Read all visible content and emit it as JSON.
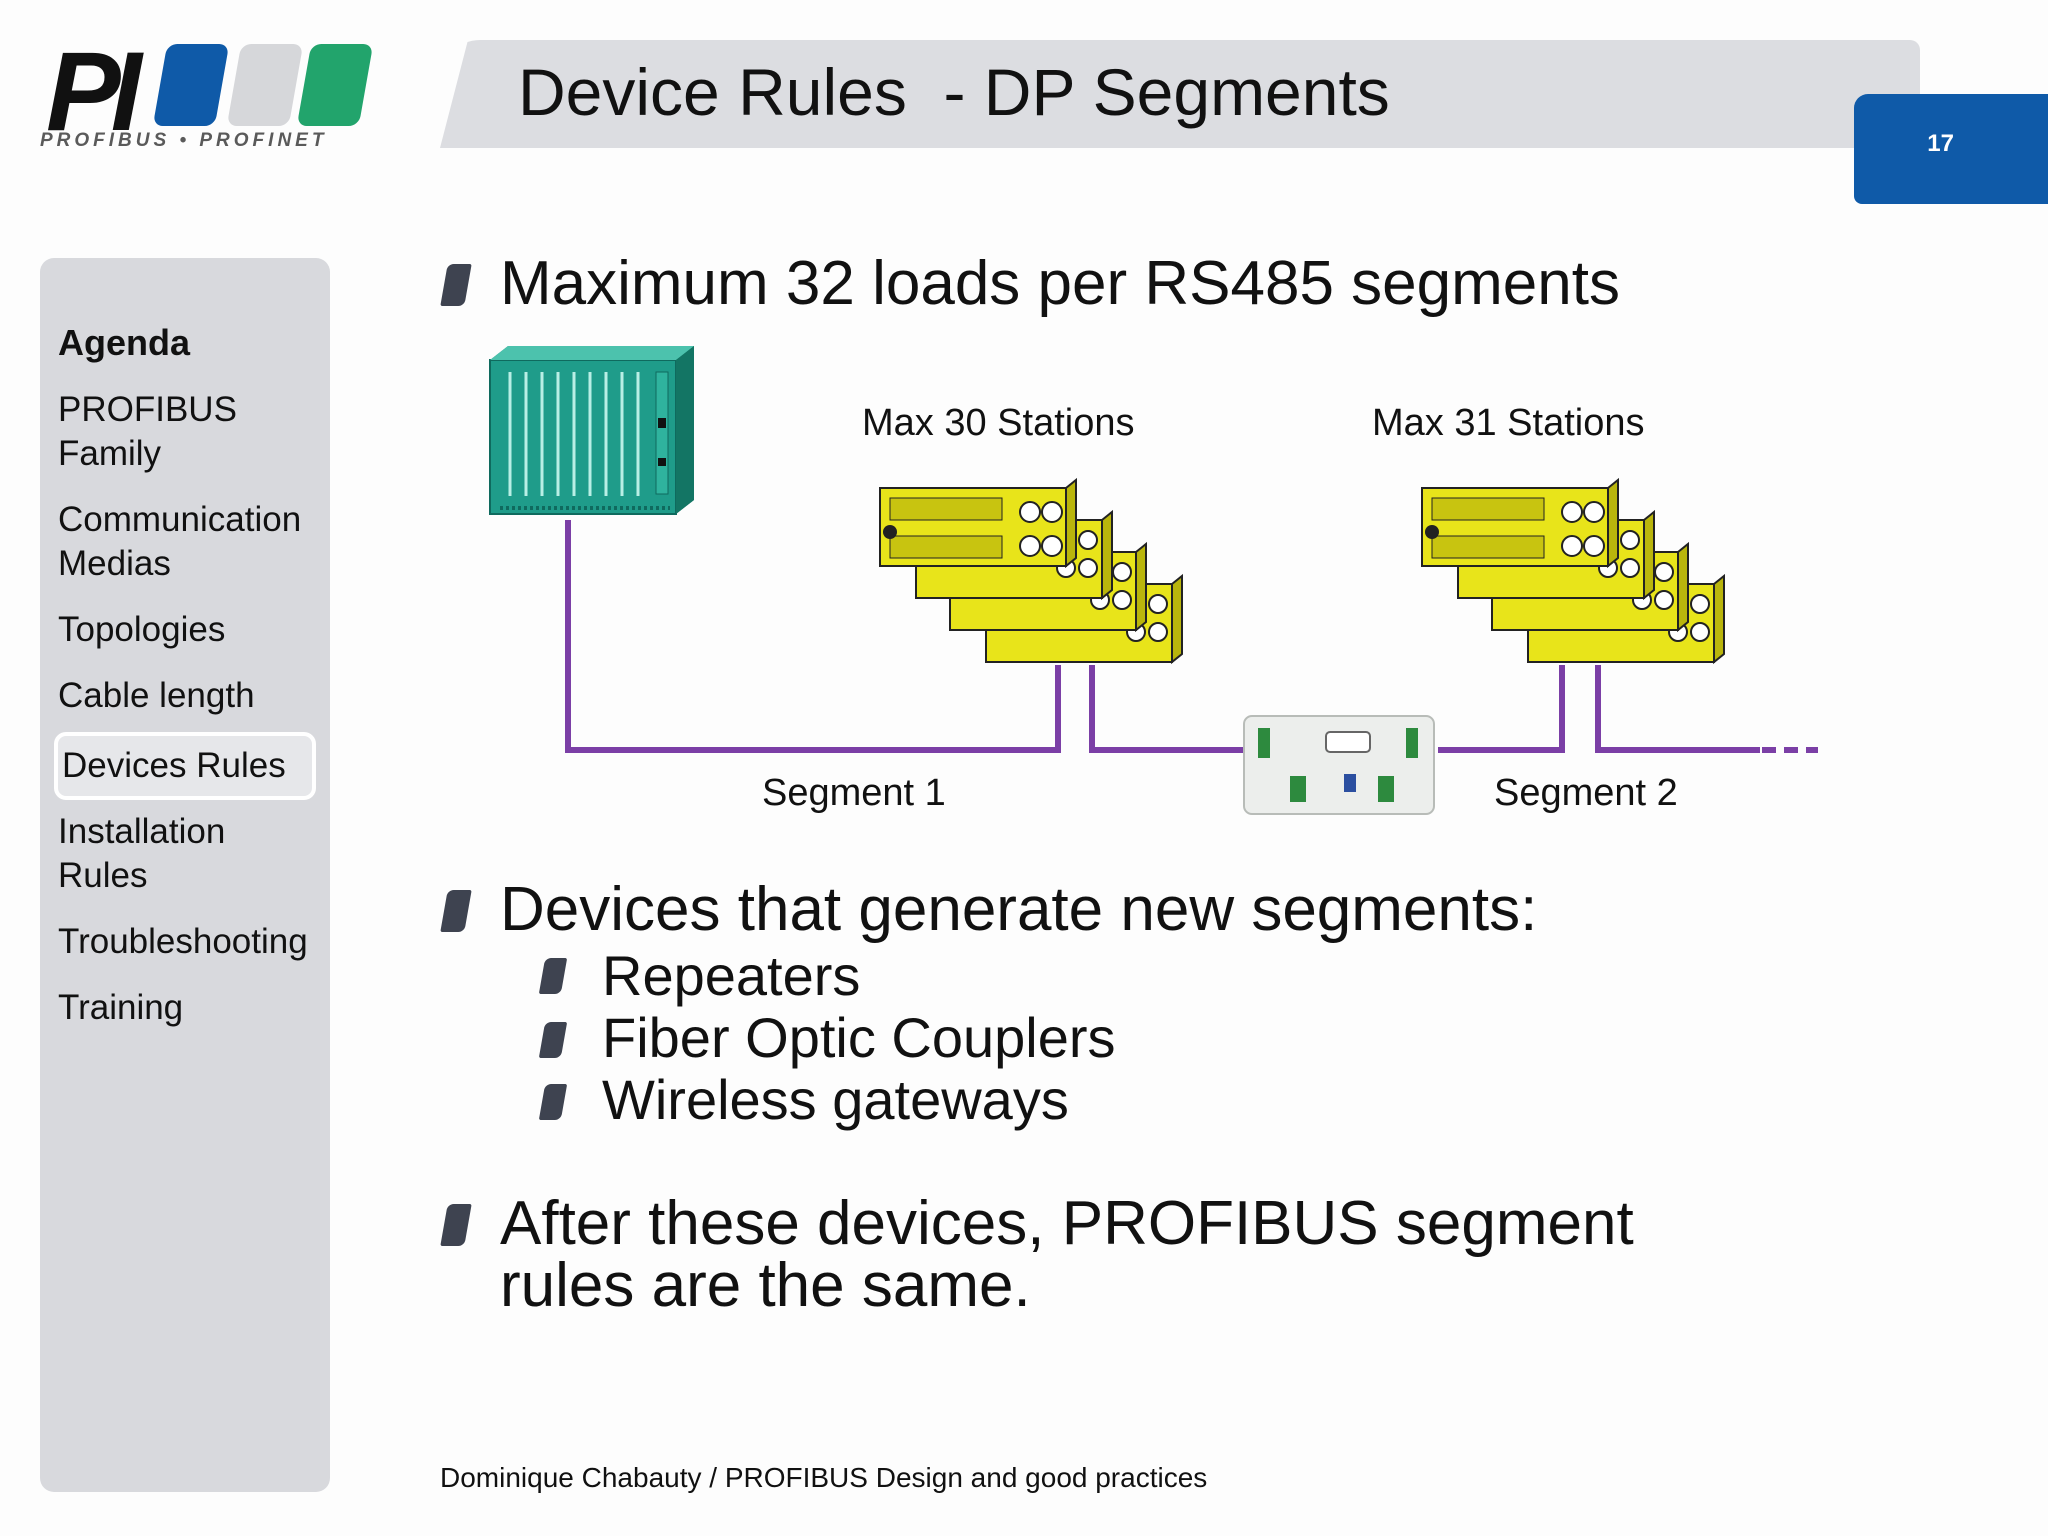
{
  "logo": {
    "pi_text": "PI",
    "tagline": "PROFIBUS • PROFINET",
    "colors": {
      "blue": "#0f5aa8",
      "grey": "#d6d7da",
      "green": "#22a46c"
    }
  },
  "header": {
    "title": "Device Rules  - DP Segments",
    "page_number": "17",
    "tab_color": "#0f5aa8"
  },
  "sidebar": {
    "heading": "Agenda",
    "items": [
      {
        "label_1": "PROFIBUS",
        "label_2": "Family"
      },
      {
        "label_1": "Communication",
        "label_2": "Medias"
      },
      {
        "label_1": "Topologies"
      },
      {
        "label_1": "Cable length"
      },
      {
        "label_1": "Devices Rules",
        "active": true
      },
      {
        "label_1": "Installation",
        "label_2": "Rules"
      },
      {
        "label_1": "Troubleshooting"
      },
      {
        "label_1": "Training"
      }
    ]
  },
  "content": {
    "bullet_1": "Maximum 32 loads per RS485 segments",
    "diagram": {
      "group_1_label": "Max 30 Stations",
      "group_2_label": "Max 31 Stations",
      "segment_1_label": "Segment 1",
      "segment_2_label": "Segment 2",
      "bus_color": "#7b3fa6",
      "station_color": "#e8e41a",
      "rack_color": "#1f9c8a",
      "icons": [
        "plc-rack-icon",
        "io-station-icon",
        "repeater-icon"
      ]
    },
    "bullet_2": "Devices that generate new segments:",
    "sub_bullets": [
      "Repeaters",
      "Fiber Optic Couplers",
      "Wireless gateways"
    ],
    "bullet_3_line_1": "After these devices, PROFIBUS segment",
    "bullet_3_line_2": "rules are the same."
  },
  "footer": {
    "text": "Dominique Chabauty / PROFIBUS Design and good practices"
  }
}
